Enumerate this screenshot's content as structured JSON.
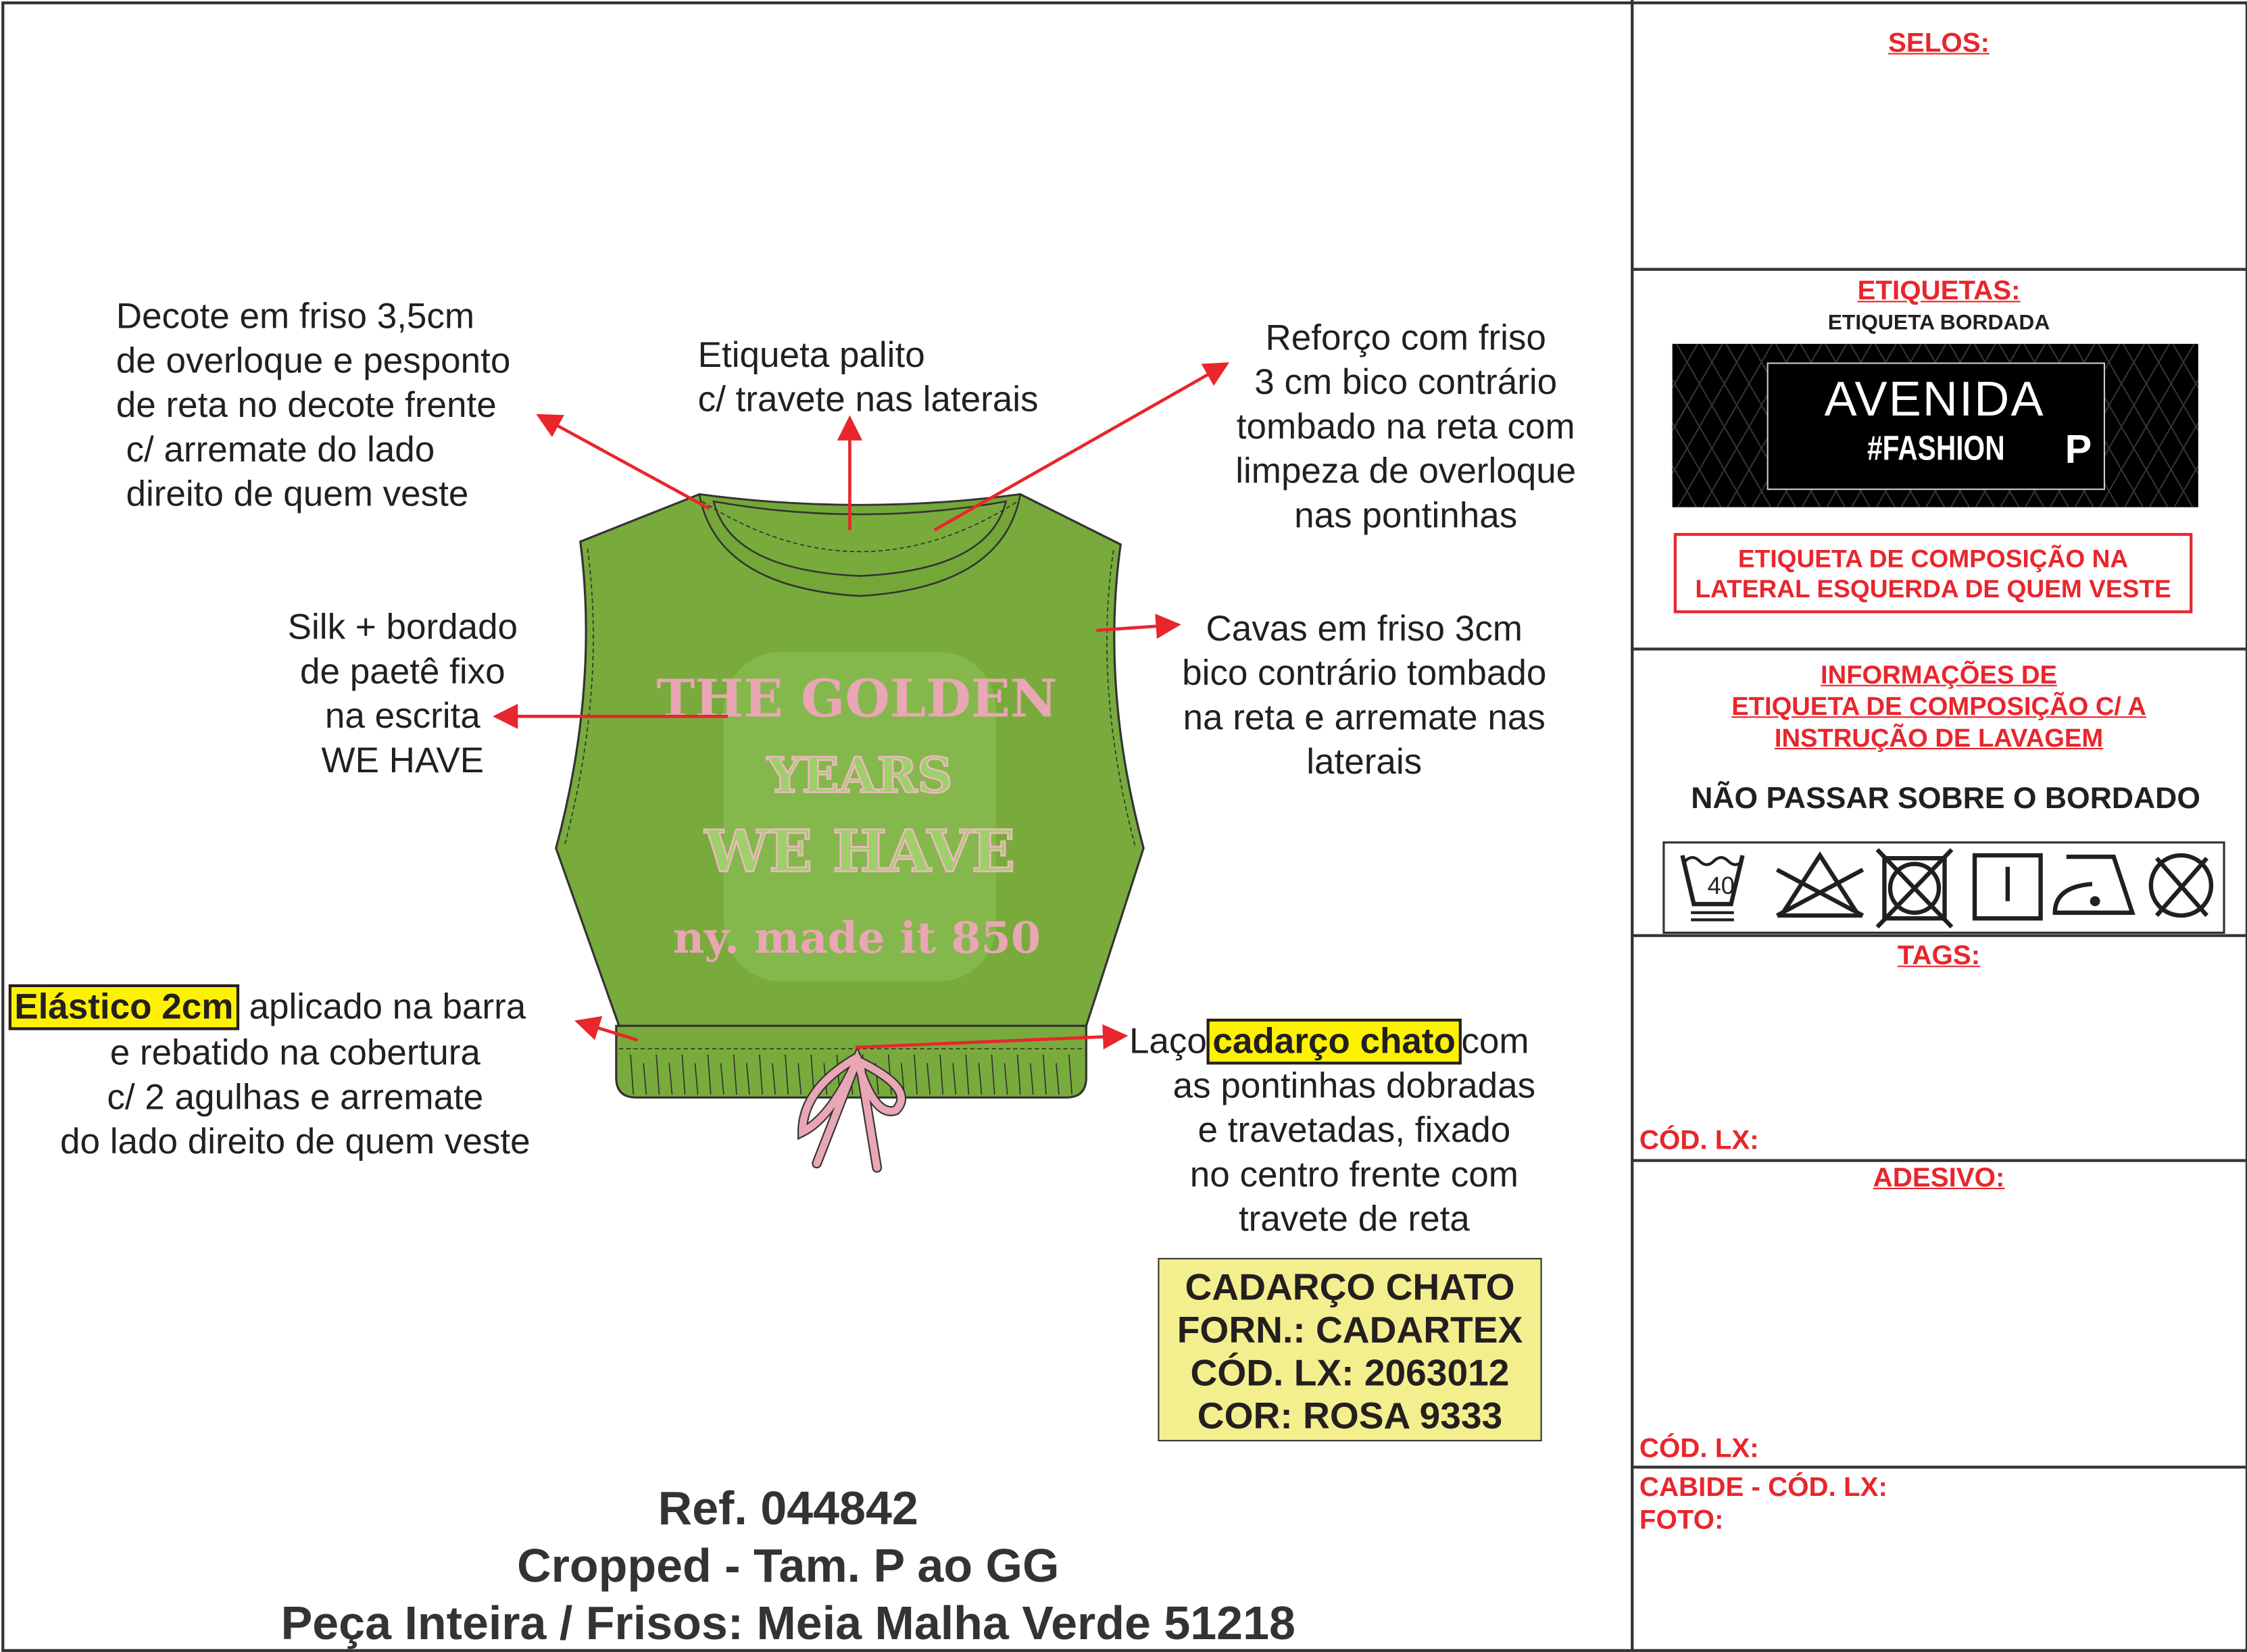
{
  "annotations": {
    "decote": "Decote em friso 3,5cm\nde overloque e pesponto\nde reta no decote frente\n c/ arremate do lado\n direito de quem veste",
    "etiqueta_palito": "Etiqueta palito\nc/ travete nas laterais",
    "reforco": "Reforço com friso\n3 cm bico contrário\ntombado na reta com\nlimpeza de overloque\nnas pontinhas",
    "silk": "Silk + bordado\nde paetê fixo\nna escrita\nWE HAVE",
    "cavas": "Cavas em friso 3cm\nbico contrário tombado\nna reta e arremate nas\nlaterais",
    "elastico_highlight": "Elástico 2cm",
    "elastico_rest": " aplicado na barra",
    "elastico_lines": "e rebatido na cobertura\nc/ 2 agulhas e arremate\ndo lado direito de quem veste",
    "laco_prefix": "Laço",
    "laco_highlight": "cadarço chato",
    "laco_suffix": "com",
    "laco_lines": "as pontinhas dobradas\ne travetadas, fixado\nno centro frente com\ntravete de reta"
  },
  "cadarco_box": [
    "CADARÇO CHATO",
    "FORN.: CADARTEX",
    "CÓD. LX: 2063012",
    "COR: ROSA 9333"
  ],
  "print_text": {
    "line1": "THE GOLDEN",
    "line2": "YEARS",
    "line3": "WE HAVE",
    "line4": "ny. made it 850"
  },
  "footer": {
    "ref": "Ref. 044842",
    "model": "Cropped - Tam. P ao GG",
    "fabric": "Peça Inteira / Frisos: Meia Malha Verde 51218"
  },
  "panel": {
    "selos": "SELOS:",
    "etiquetas": "ETIQUETAS:",
    "etiqueta_bordada": "ETIQUETA BORDADA",
    "label_brand": "AVENIDA",
    "label_tag": "#FASHION",
    "label_size": "P",
    "composicao_box": "ETIQUETA DE COMPOSIÇÃO NA\nLATERAL ESQUERDA DE QUEM VESTE",
    "informacoes": "INFORMAÇÕES DE\nETIQUETA DE COMPOSIÇÃO C/ A\nINSTRUÇÃO DE LAVAGEM",
    "nao_passar": "NÃO PASSAR SOBRE O BORDADO",
    "wash_temp": "40",
    "care_icons": [
      "wash-40-gentle-icon",
      "no-bleach-icon",
      "no-tumble-dry-icon",
      "line-dry-icon",
      "iron-low-icon",
      "no-dry-clean-icon"
    ],
    "tags": "TAGS:",
    "cod_lx_1": "CÓD. LX:",
    "adesivo": "ADESIVO:",
    "cod_lx_2": "CÓD. LX:",
    "cabide": "CABIDE - CÓD. LX:",
    "foto": "FOTO:"
  },
  "colors": {
    "accent_red": "#e8262c",
    "garment_green": "#78ab3c",
    "pink": "#e9a6b4",
    "highlight": "#fff200",
    "box_yellow": "#f4ef8e"
  }
}
